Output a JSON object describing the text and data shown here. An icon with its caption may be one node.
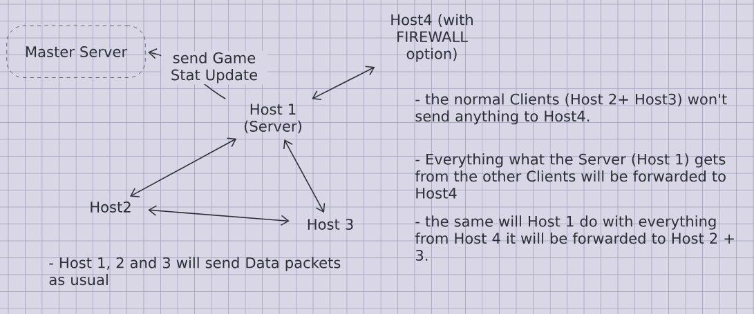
{
  "diagram": {
    "nodes": [
      {
        "text": [
          "Master Server"
        ]
      },
      {
        "text": [
          "Host 1 (Server)"
        ]
      },
      {
        "text": [
          "Host4 (with FIREWALL option)"
        ]
      },
      {
        "text": [
          "Host2"
        ]
      },
      {
        "text": [
          "Host 3"
        ]
      }
    ],
    "edges": [
      {
        "from": 1,
        "to": 0,
        "arrow": "to",
        "label": "send Game Stat Update"
      },
      {
        "from": 1,
        "to": 2,
        "arrow": "both"
      },
      {
        "from": 1,
        "to": 3,
        "arrow": "both"
      },
      {
        "from": 1,
        "to": 4,
        "arrow": "both"
      },
      {
        "from": 3,
        "to": 4,
        "arrow": "both"
      }
    ],
    "labels": [
      "- the normal Clients (Host 2+ Host3) won't send anything to Host4.",
      "- Everything what the Server (Host 1) gets from the other Clients will be forwarded to Host4",
      "- the same will Host 1 do with everything from Host 4 it will be forwarded to Host 2 + 3.",
      "- Host 1, 2 and 3 will send Data packets as usual"
    ]
  }
}
